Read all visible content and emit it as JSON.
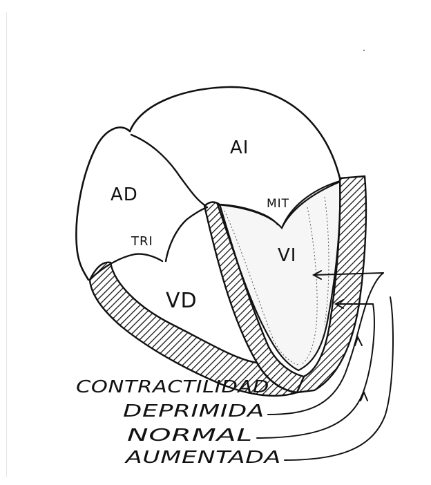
{
  "chambers": {
    "left_atrium": "AI",
    "right_atrium": "AD",
    "left_ventricle": "VI",
    "right_ventricle": "VD"
  },
  "valves": {
    "tricuspid": "TRI",
    "mitral": "MIT"
  },
  "legend": {
    "heading": "CONTRACTILIDAD",
    "items": [
      "DEPRIMIDA",
      "NORMAL",
      "AUMENTADA"
    ]
  },
  "colors": {
    "ink": "#111111",
    "paper": "#ffffff"
  }
}
